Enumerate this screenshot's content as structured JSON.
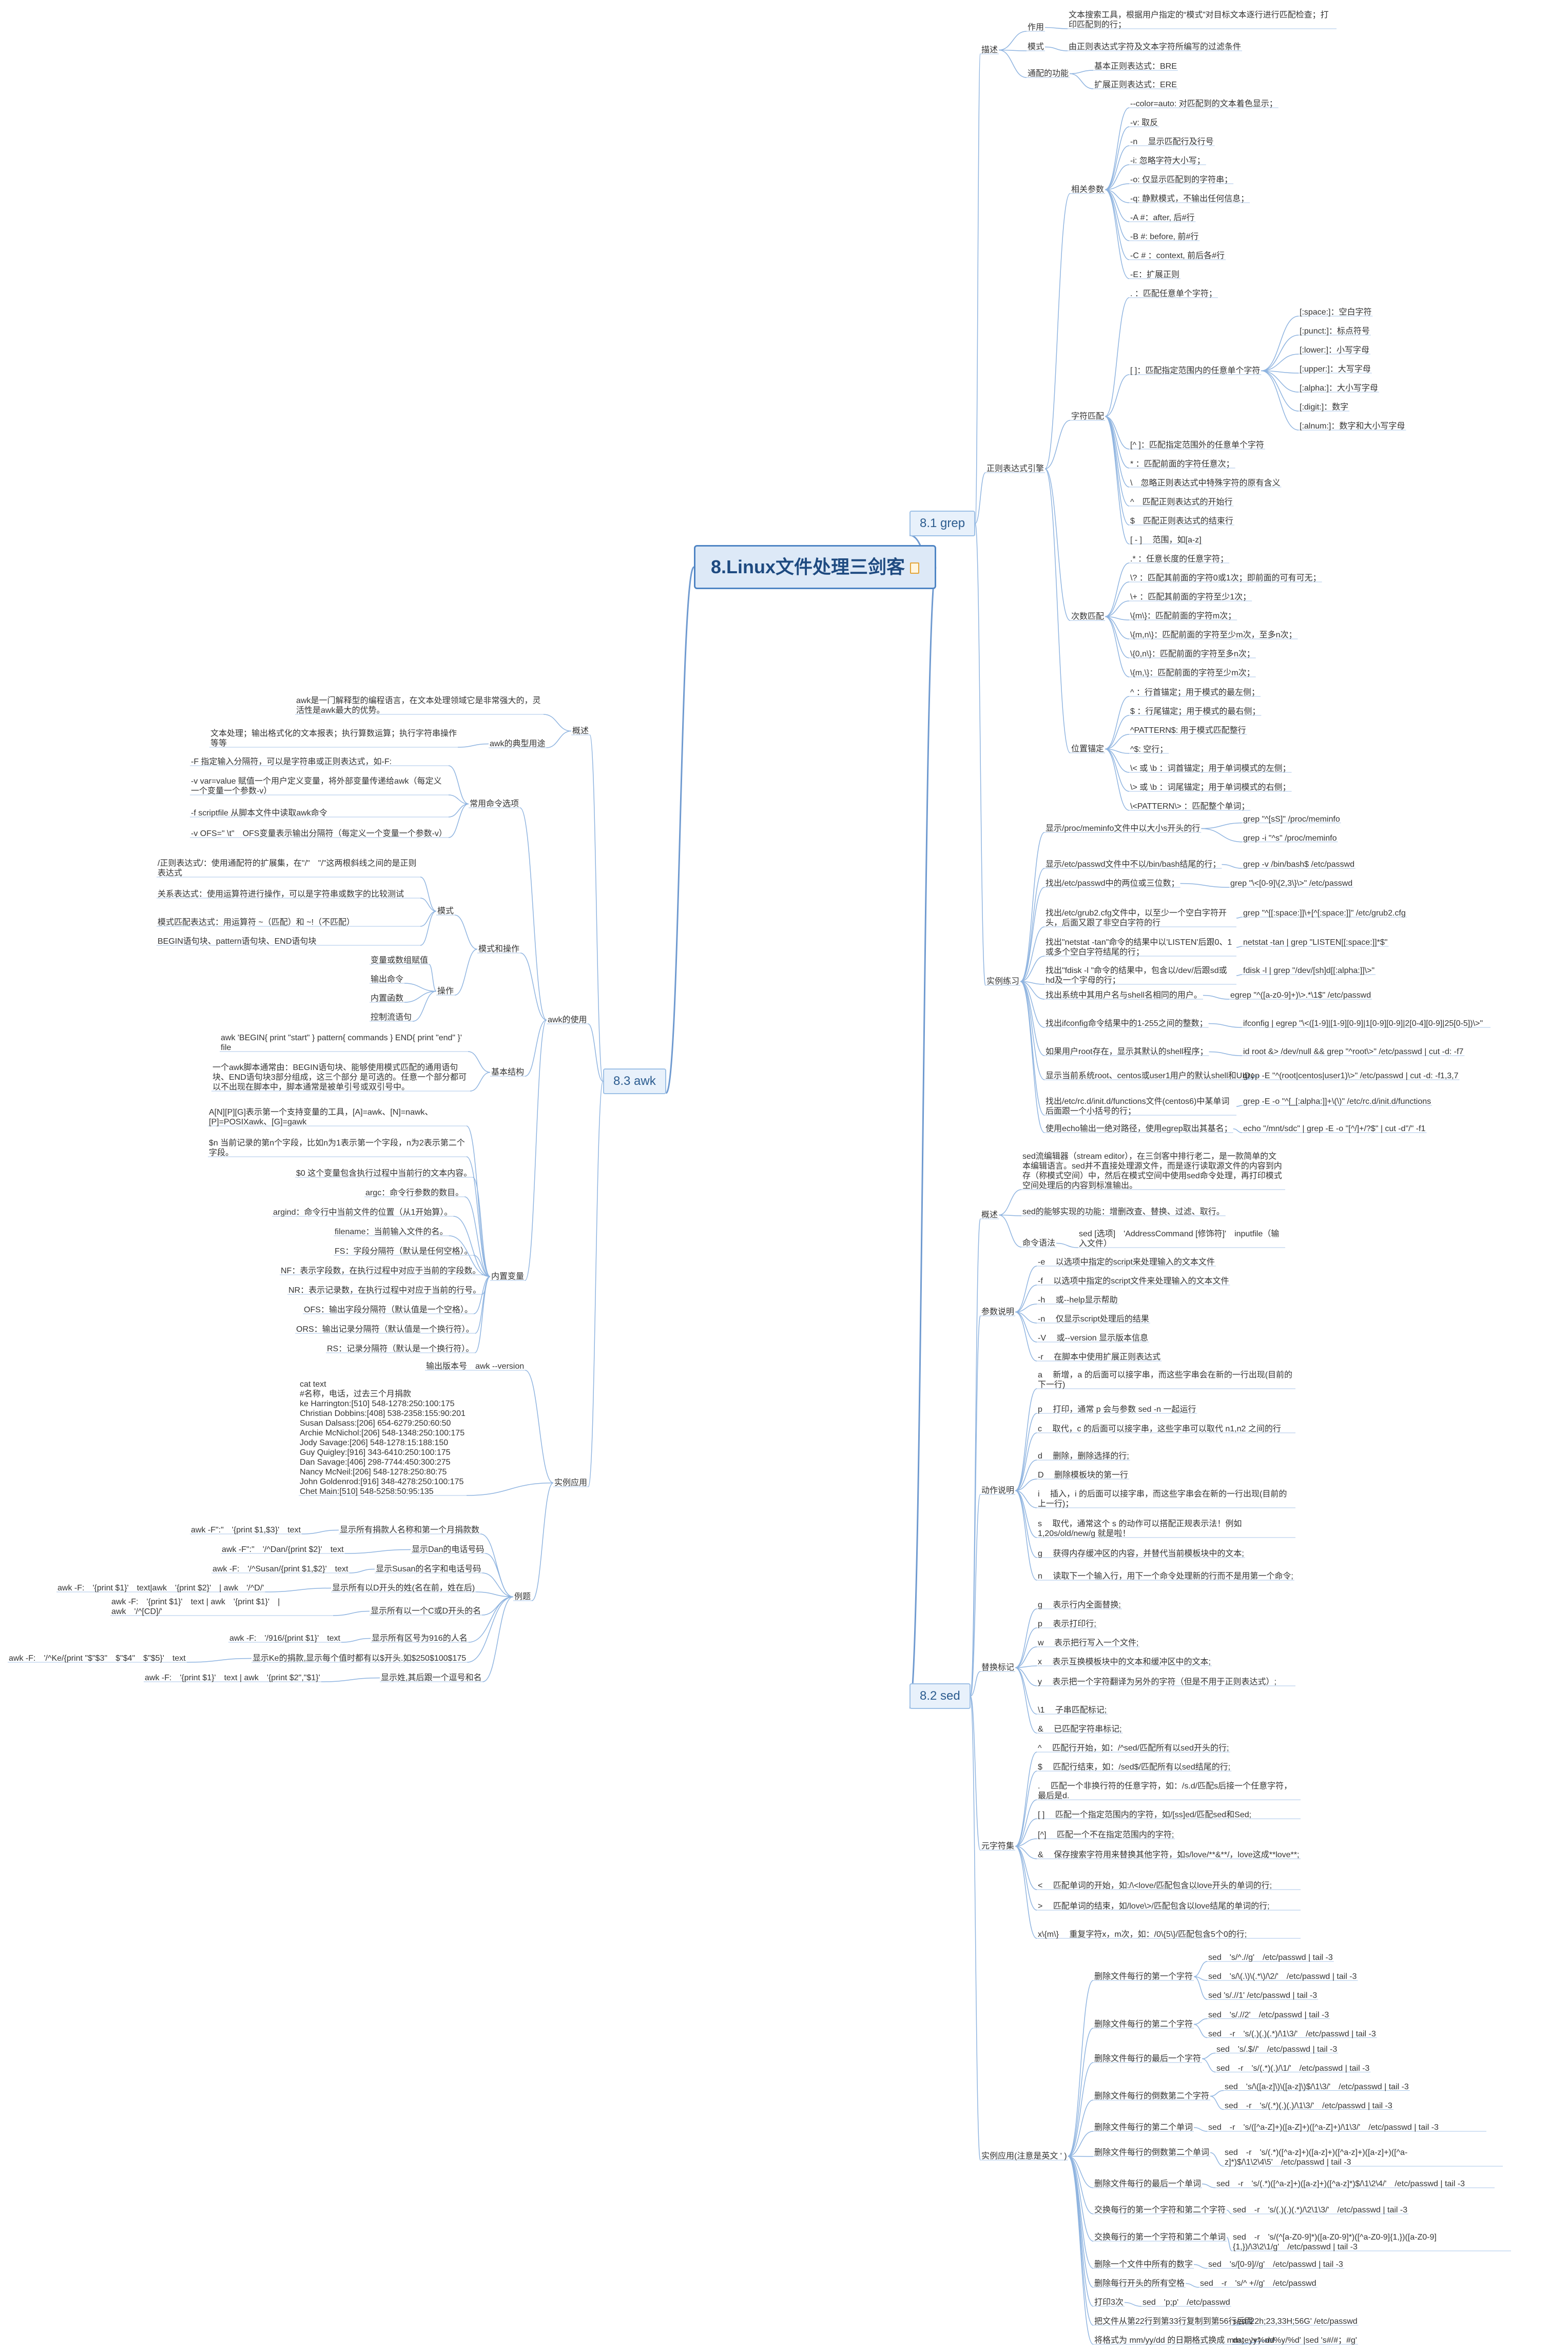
{
  "title": "8.Linux文件处理三剑客",
  "grep": {
    "label": "8.1 grep",
    "desc": {
      "label": "描述",
      "zy": "作用",
      "zy_text": "文本搜索工具，根据用户指定的“模式”对目标文本逐行进行匹配检查；打印匹配到的行；",
      "ms": "模式",
      "ms_text": "由正则表达式字符及文本字符所编写的过滤条件",
      "tp": "通配的功能",
      "tp_basic": "基本正则表达式：BRE",
      "tp_ext": "扩展正则表达式：ERE"
    },
    "regex": {
      "label": "正则表达式引擎",
      "params_label": "相关参数",
      "params": [
        "--color=auto: 对匹配到的文本着色显示；",
        "-v: 取反",
        "-n　 显示匹配行及行号",
        "-i: 忽略字符大小写；",
        "-o: 仅显示匹配到的字符串；",
        "-q: 静默模式，不输出任何信息；",
        "-A #：after, 后#行",
        "-B #: before, 前#行",
        "-C # ：context, 前后各#行",
        "-E：扩展正则"
      ],
      "cm_label": "字符匹配",
      "cm_dot": ". ：匹配任意单个字符；",
      "cm_bracket": "[ ]：匹配指定范围内的任意单个字符",
      "classes": [
        "[:space:]：空白字符",
        "[:punct:]：标点符号",
        "[:lower:]：小写字母",
        "[:upper:]：大写字母",
        "[:alpha:]：大小写字母",
        "[:digit:]：数字",
        "[:alnum:]：数字和大小写字母"
      ],
      "cm_rest": [
        "[^ ]：匹配指定范围外的任意单个字符",
        "* ：匹配前面的字符任意次；",
        "\\　忽略正则表达式中特殊字符的原有含义",
        "^　匹配正则表达式的开始行",
        "$　匹配正则表达式的结束行",
        "[ - ]　 范围，如[a-z]"
      ],
      "cnt_label": "次数匹配",
      "cnt": [
        ".* ：任意长度的任意字符；",
        "\\? ：匹配其前面的字符0或1次；即前面的可有可无；",
        "\\+ ：匹配其前面的字符至少1次；",
        "\\{m\\}：匹配前面的字符m次；",
        "\\{m,n\\}：匹配前面的字符至少m次，至多n次；",
        "\\{0,n\\}：匹配前面的字符至多n次；",
        "\\{m,\\}：匹配前面的字符至少m次；"
      ],
      "pos_label": "位置锚定",
      "pos": [
        "^ ：行首锚定；用于模式的最左侧；",
        "$ ：行尾锚定；用于模式的最右侧；",
        "^PATTERN$: 用于模式匹配整行",
        "^$: 空行；",
        "\\< 或 \\b ：词首锚定；用于单词模式的左侧；",
        "\\> 或 \\b ：词尾锚定；用于单词模式的右侧；",
        "\\<PATTERN\\> ：匹配整个单词；"
      ]
    },
    "practice": {
      "label": "实例练习",
      "items": [
        {
          "task": "显示/proc/meminfo文件中以大小s开头的行",
          "cmds": [
            "grep \"^[sS]\" /proc/meminfo",
            "grep -i \"^s\" /proc/meminfo"
          ]
        },
        {
          "task": "显示/etc/passwd文件中不以/bin/bash结尾的行；",
          "cmds": [
            "grep -v /bin/bash$ /etc/passwd"
          ]
        },
        {
          "task": "找出/etc/passwd中的两位或三位数；",
          "cmds": [
            "grep \"\\<[0-9]\\{2,3\\}\\>\" /etc/passwd"
          ]
        },
        {
          "task": "找出/etc/grub2.cfg文件中，以至少一个空白字符开头，后面又跟了非空白字符的行",
          "cmds": [
            "grep \"^[[:space:]]\\+[^[:space:]]\" /etc/grub2.cfg"
          ]
        },
        {
          "task": "找出\"netstat -tan\"命令的结果中以'LISTEN'后跟0、1或多个空白字符结尾的行；",
          "cmds": [
            "netstat -tan | grep \"LISTEN[[:space:]]*$\""
          ]
        },
        {
          "task": "找出\"fdisk -l \"命令的结果中，包含以/dev/后跟sd或hd及一个字母的行；",
          "cmds": [
            "fdisk -l | grep \"/dev/[sh]d[[:alpha:]]\\>\""
          ]
        },
        {
          "task": "找出系统中其用户名与shell名相同的用户。",
          "cmds": [
            "egrep \"^([a-z0-9]+)\\>.*\\1$\" /etc/passwd"
          ]
        },
        {
          "task": "找出ifconfig命令结果中的1-255之间的整数；",
          "cmds": [
            "ifconfig | egrep \"\\<([1-9]|[1-9][0-9]|1[0-9][0-9]|2[0-4][0-9]|25[0-5])\\>\""
          ]
        },
        {
          "task": "如果用户root存在，显示其默认的shell程序；",
          "cmds": [
            "id root &> /dev/null && grep \"^root\\>\" /etc/passwd | cut -d: -f7"
          ]
        },
        {
          "task": "显示当前系统root、centos或user1用户的默认shell和UID；",
          "cmds": [
            "grep -E \"^(root|centos|user1)\\>\" /etc/passwd | cut -d: -f1,3,7"
          ]
        },
        {
          "task": "找出/etc/rc.d/init.d/functions文件(centos6)中某单词后面跟一个小括号的行；",
          "cmds": [
            "grep -E -o \"^[_[:alpha:]]+\\(\\)\" /etc/rc.d/init.d/functions"
          ]
        },
        {
          "task": "使用echo输出一绝对路径，使用egrep取出其基名；",
          "cmds": [
            "echo \"/mnt/sdc\" | grep -E -o \"[^/]+/?$\" | cut -d\"/\" -f1"
          ]
        }
      ]
    }
  },
  "awk": {
    "label": "8.3 awk",
    "overview": {
      "label": "概述",
      "desc": "awk是一门解释型的编程语言，在文本处理领域它是非常强大的，灵活性是awk最大的优势。",
      "use_label": "awk的典型用途",
      "use_text": "文本处理；输出格式化的文本报表；执行算数运算；执行字符串操作等等"
    },
    "usage": {
      "label": "awk的使用",
      "common_label": "常用命令选项",
      "opts": [
        "-F 指定输入分隔符，可以是字符串或正则表达式，如-F:",
        "-v var=value 赋值一个用户定义变量，将外部变量传递给awk（每定义一个变量一个参数-v）",
        "-f scriptfile 从脚本文件中读取awk命令",
        "-v OFS=\" \\t\"　OFS变量表示输出分隔符（每定义一个变量一个参数-v）"
      ],
      "mo_label": "模式和操作",
      "mode_label": "模式",
      "mode_items": [
        "/正则表达式/：使用通配符的扩展集，在\"/\"　\"/\"这两根斜线之间的是正则表达式",
        "关系表达式：使用运算符进行操作，可以是字符串或数字的比较测试",
        "模式匹配表达式：用运算符 ~（匹配）和 ~!（不匹配）",
        "BEGIN语句块、pattern语句块、END语句块"
      ],
      "op_label": "操作",
      "op_items": [
        "变量或数组赋值",
        "输出命令",
        "内置函数",
        "控制流语句"
      ],
      "basic_label": "基本结构",
      "basic_items": [
        "awk 'BEGIN{ print \"start\" } pattern{ commands } END{ print \"end\" }' file",
        "一个awk脚本通常由：BEGIN语句块、能够使用模式匹配的通用语句块、END语句块3部分组成，这三个部分 是可选的。任意一个部分都可以不出现在脚本中，脚本通常是被单引号或双引号中。"
      ],
      "bv_label": "内置变量",
      "bv_items": [
        "A[N][P][G]表示第一个支持变量的工具，[A]=awk、[N]=nawk、[P]=POSIXawk、[G]=gawk",
        "$n 当前记录的第n个字段，比如n为1表示第一个字段，n为2表示第二个字段。",
        "$0 这个变量包含执行过程中当前行的文本内容。",
        "argc：命令行参数的数目。",
        "argind：命令行中当前文件的位置（从1开始算）。",
        "filename：当前输入文件的名。",
        "FS：字段分隔符（默认是任何空格）。",
        "NF：表示字段数，在执行过程中对应于当前的字段数。",
        "NR：表示记录数，在执行过程中对应于当前的行号。",
        "OFS：输出字段分隔符（默认值是一个空格）。",
        "ORS：输出记录分隔符（默认值是一个换行符）。",
        "RS：记录分隔符（默认是一个换行符）。"
      ]
    },
    "examples": {
      "label": "实例应用",
      "version": "输出版本号　awk --version",
      "catfile": "cat text\n#名称，电话，过去三个月捐款\nke Harrington:[510] 548-1278:250:100:175\nChristian Dobbins:[408] 538-2358:155:90:201\nSusan Dalsass:[206] 654-6279:250:60:50\nArchie McNichol:[206] 548-1348:250:100:175\nJody Savage:[206] 548-1278:15:188:150\nGuy Quigley:[916] 343-6410:250:100:175\nDan Savage:[406] 298-7744:450:300:275\nNancy McNeil:[206] 548-1278:250:80:75\nJohn Goldenrod:[916] 348-4278:250:100:175\nChet Main:[510] 548-5258:50:95:135",
      "ex_label": "例题",
      "rows": [
        {
          "cmd": "awk -F\":\"　'{print $1,$3}'　text",
          "desc": "显示所有捐款人名称和第一个月捐款数"
        },
        {
          "cmd": "awk -F\":\"　'/^Dan/{print $2}'　text",
          "desc": "显示Dan的电话号码"
        },
        {
          "cmd": "awk -F:　'/^Susan/{print $1,$2}'　text",
          "desc": "显示Susan的名字和电话号码"
        },
        {
          "cmd": "awk -F:　'{print $1}'　text|awk　'{print $2}'　| awk　'/^D/'",
          "desc": "显示所有以D开头的姓(名在前，姓在后)"
        },
        {
          "cmd": "awk -F:　'{print $1}'　text | awk　'{print $1}'　| awk　'/^[CD]/'",
          "desc": "显示所有以一个C或D开头的名"
        },
        {
          "cmd": "awk -F:　'/916/{print $1}'　text",
          "desc": "显示所有区号为916的人名"
        },
        {
          "cmd": "awk -F:　'/^Ke/{print \"$\"$3\"　$\"$4\"　$\"$5}'　text",
          "desc": "显示Ke的捐款,显示每个值时都有以$开头.如$250$100$175"
        },
        {
          "cmd": "awk -F:　'{print $1}'　text | awk　'{print $2\",\"$1}'",
          "desc": "显示姓,其后跟一个逗号和名"
        }
      ]
    }
  },
  "sed": {
    "label": "8.2 sed",
    "overview": {
      "label": "概述",
      "p1": "sed流编辑器（stream editor），在三剑客中排行老二，是一款简单的文本编辑语言。sed并不直接处理源文件，而是逐行读取源文件的内容到内存（称模式空间）中，然后在模式空间中使用sed命令处理，再打印模式空间处理后的内容到标准输出。",
      "p2": "sed的能够实现的功能：增删改查、替换、过滤、取行。",
      "cmd_label": "命令语法",
      "cmd_text": "sed [选项]　'AddressCommand [修饰符]'　inputfile（输入文件）"
    },
    "params": {
      "label": "参数说明",
      "items": [
        "-e　 以选项中指定的script来处理输入的文本文件",
        "-f　 以选项中指定的script文件来处理输入的文本文件",
        "-h　 或--help显示帮助",
        "-n　 仅显示script处理后的结果",
        "-V　 或--version 显示版本信息",
        "-r　 在脚本中使用扩展正则表达式"
      ]
    },
    "actions": {
      "label": "动作说明",
      "items": [
        "a　 新增，a 的后面可以接字串，而这些字串会在新的一行出现(目前的下一行)",
        "p　 打印，通常 p 会与参数 sed -n 一起运行",
        "c　 取代，c 的后面可以接字串，这些字串可以取代 n1,n2 之间的行",
        "d　 删除，删除选择的行;",
        "D　 删除模板块的第一行",
        "i　 插入，i 的后面可以接字串，而这些字串会在新的一行出现(目前的上一行)；",
        "s　 取代，通常这个 s 的动作可以搭配正规表示法！例如 1,20s/old/new/g 就是啦！",
        "g　 获得内存缓冲区的内容，并替代当前模板块中的文本;",
        "n　 读取下一个输入行，用下一个命令处理新的行而不是用第一个命令;"
      ]
    },
    "flags": {
      "label": "替换标记",
      "items": [
        "g　 表示行内全面替换;",
        "p　 表示打印行;",
        "w　 表示把行写入一个文件;",
        "x　 表示互换模板块中的文本和缓冲区中的文本;",
        "y　 表示把一个字符翻译为另外的字符（但是不用于正则表达式）;",
        "\\1　 子串匹配标记;",
        "&　 已匹配字符串标记;"
      ]
    },
    "meta": {
      "label": "元字符集",
      "items": [
        "^　 匹配行开始，如：/^sed/匹配所有以sed开头的行;",
        "$　 匹配行结束，如：/sed$/匹配所有以sed结尾的行;",
        ".　 匹配一个非换行符的任意字符，如：/s.d/匹配s后接一个任意字符，最后是d.",
        "[ ]　 匹配一个指定范围内的字符，如/[ss]ed/匹配sed和Sed;",
        "[^]　 匹配一个不在指定范围内的字符;",
        "&　 保存搜索字符用来替换其他字符，如s/love/**&**/，love这成**love**;",
        "<　 匹配单词的开始，如:/\\<love/匹配包含以love开头的单词的行;",
        ">　 匹配单词的结束，如/love\\>/匹配包含以love结尾的单词的行;",
        "x\\{m\\}　 重复字符x，m次，如：/0\\{5\\}/匹配包含5个0的行;"
      ]
    },
    "examples": {
      "label": "实例应用(注意是英文 ' )",
      "items": [
        {
          "task": "删除文件每行的第一个字符",
          "cmds": [
            "sed　's/^.//g'　/etc/passwd | tail -3",
            "sed　's/\\(.\\)\\(.*\\)/\\2/'　/etc/passwd | tail -3",
            "sed 's/.//1' /etc/passwd | tail -3"
          ]
        },
        {
          "task": "删除文件每行的第二个字符",
          "cmds": [
            "sed　's/.//2'　/etc/passwd | tail -3",
            "sed　-r　's/(.)(.)(.*)/\\1\\3/'　/etc/passwd | tail -3"
          ]
        },
        {
          "task": "删除文件每行的最后一个字符",
          "cmds": [
            "sed　's/.$//'　/etc/passwd | tail -3",
            "sed　-r　's/(.*)(.)/\\1/'　/etc/passwd | tail -3"
          ]
        },
        {
          "task": "删除文件每行的倒数第二个字符",
          "cmds": [
            "sed　's/\\([a-z]\\)\\([a-z]\\)$/\\1\\3/'　/etc/passwd | tail -3",
            "sed　-r　's/(.*)(.)(.)/\\1\\3/'　/etc/passwd | tail -3"
          ]
        },
        {
          "task": "删除文件每行的第二个单词",
          "cmds": [
            "sed　-r　's/([^a-Z]+)([a-Z]+)([^a-Z]+)/\\1\\3/'　/etc/passwd | tail -3"
          ]
        },
        {
          "task": "删除文件每行的倒数第二个单词",
          "cmds": [
            "sed　-r　's/(.*)([^a-z]+)([a-z]+)([^a-z]+)([a-z]+)([^a-z]*)$/\\1\\2\\4\\5'　/etc/passwd | tail -3"
          ]
        },
        {
          "task": "删除文件每行的最后一个单词",
          "cmds": [
            "sed　-r　's/(.*)([^a-z]+)([a-z]+)([^a-z]*)$/\\1\\2\\4/'　/etc/passwd | tail -3"
          ]
        },
        {
          "task": "交换每行的第一个字符和第二个字符",
          "cmds": [
            "sed　-r　's/(.)(.)(.*)/\\2\\1\\3/'　/etc/passwd | tail -3"
          ]
        },
        {
          "task": "交换每行的第一个字符和第二个单词",
          "cmds": [
            "sed　-r　's/(^[a-Z0-9]*)([a-Z0-9]*)([^a-Z0-9]{1,})([a-Z0-9]{1,})/\\3\\2\\1/g'　/etc/passwd | tail -3"
          ]
        },
        {
          "task": "删除一个文件中所有的数字",
          "cmds": [
            "sed　's/[0-9]//g'　/etc/passwd | tail -3"
          ]
        },
        {
          "task": "删除每行开头的所有空格",
          "cmds": [
            "sed　-r　's/^ +//g'　/etc/passwd"
          ]
        },
        {
          "task": "打印3次",
          "cmds": [
            "sed　'p;p'　/etc/passwd"
          ]
        },
        {
          "task": "把文件从第22行到第33行复制到第56行后面",
          "cmds": [
            "sed '22h;23,33H;56G' /etc/passwd"
          ]
        },
        {
          "task": "将格式为 mm/yy/dd 的日期格式换成 mm；yy；dd",
          "cmds": [
            "date '+%m/%y/%d' |sed 's#/#；#g'"
          ]
        }
      ]
    }
  }
}
